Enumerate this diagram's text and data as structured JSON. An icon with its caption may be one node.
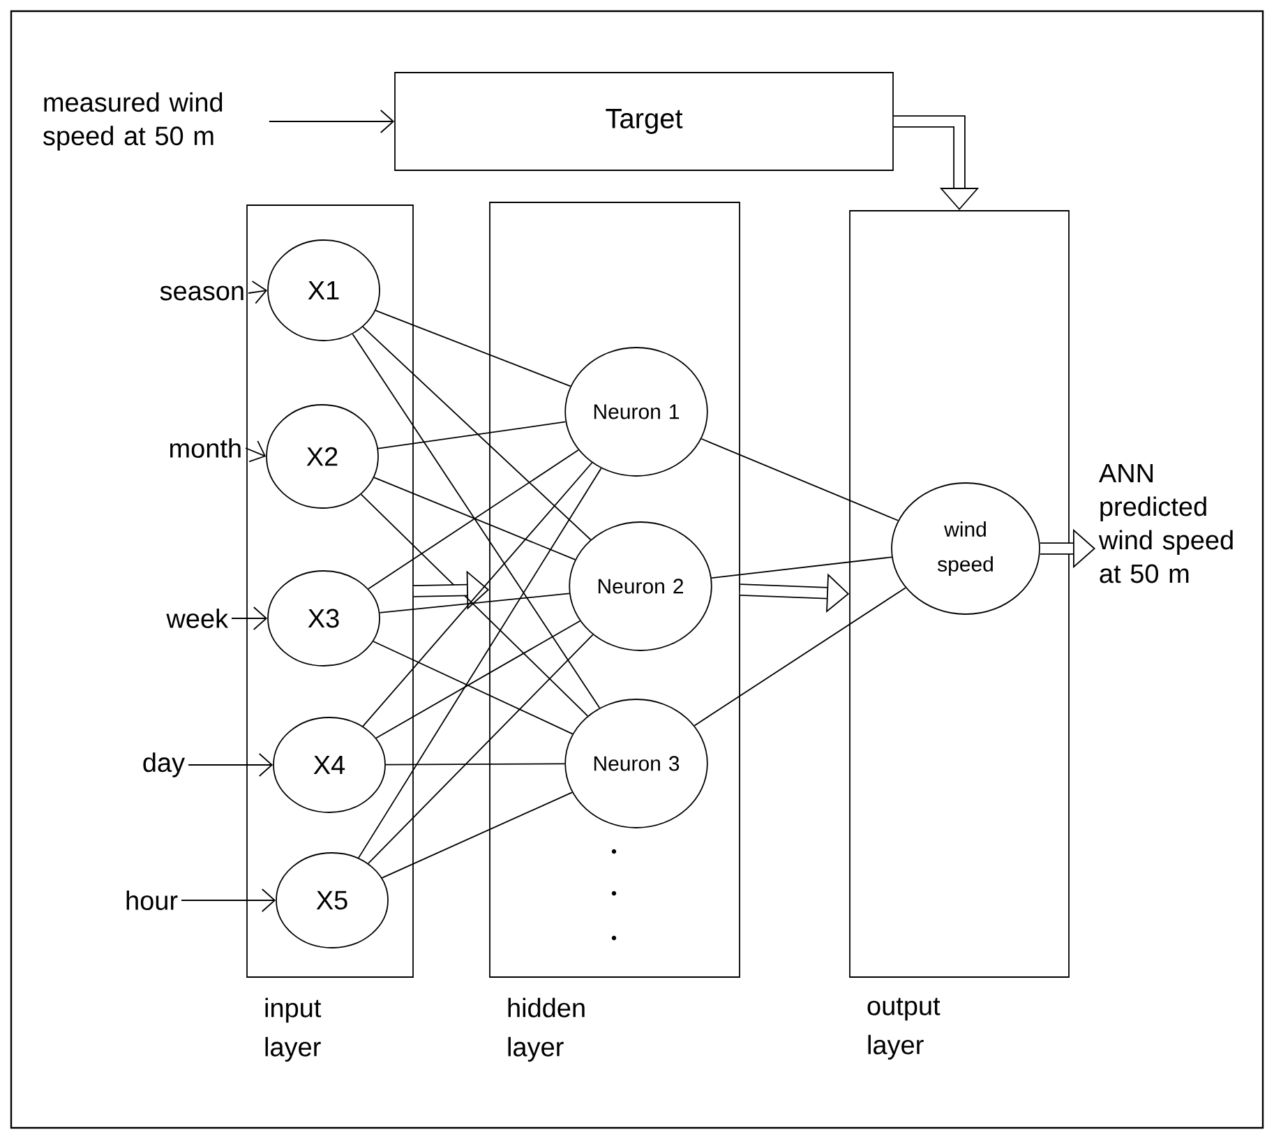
{
  "diagram": {
    "nodes": [
      {
        "text": [
          "measured wind speed at 50 m"
        ]
      },
      {
        "text": [
          "Target"
        ]
      },
      {
        "text": [
          "input layer"
        ]
      },
      {
        "text": [
          "hidden layer"
        ]
      },
      {
        "text": [
          "output layer"
        ]
      },
      {
        "text": [
          "X1"
        ],
        "in": 2
      },
      {
        "text": [
          "X2"
        ],
        "in": 2
      },
      {
        "text": [
          "X3"
        ],
        "in": 2
      },
      {
        "text": [
          "X4"
        ],
        "in": 2
      },
      {
        "text": [
          "X5"
        ],
        "in": 2
      },
      {
        "text": [
          "Neuron 1"
        ],
        "in": 3
      },
      {
        "text": [
          "Neuron 2"
        ],
        "in": 3
      },
      {
        "text": [
          "Neuron 3"
        ],
        "in": 3
      },
      {
        "text": [
          "wind speed"
        ],
        "in": 4
      },
      {
        "text": [
          "ANN predicted wind speed at 50 m"
        ]
      },
      {
        "text": [
          "season"
        ]
      },
      {
        "text": [
          "month"
        ]
      },
      {
        "text": [
          "week"
        ]
      },
      {
        "text": [
          "day"
        ]
      },
      {
        "text": [
          "hour"
        ]
      }
    ],
    "edges": [
      {
        "from": 0,
        "to": 1,
        "arrow": "to"
      },
      {
        "from": 1,
        "to": 4,
        "arrow": "to",
        "style": "thick"
      },
      {
        "from": 15,
        "to": 5,
        "arrow": "to"
      },
      {
        "from": 16,
        "to": 6,
        "arrow": "to"
      },
      {
        "from": 17,
        "to": 7,
        "arrow": "to"
      },
      {
        "from": 18,
        "to": 8,
        "arrow": "to"
      },
      {
        "from": 19,
        "to": 9,
        "arrow": "to"
      },
      {
        "from": 5,
        "to": 10,
        "arrow": "none"
      },
      {
        "from": 5,
        "to": 11,
        "arrow": "none"
      },
      {
        "from": 5,
        "to": 12,
        "arrow": "none"
      },
      {
        "from": 6,
        "to": 10,
        "arrow": "none"
      },
      {
        "from": 6,
        "to": 11,
        "arrow": "none"
      },
      {
        "from": 6,
        "to": 12,
        "arrow": "none"
      },
      {
        "from": 7,
        "to": 10,
        "arrow": "none"
      },
      {
        "from": 7,
        "to": 11,
        "arrow": "none"
      },
      {
        "from": 7,
        "to": 12,
        "arrow": "none"
      },
      {
        "from": 8,
        "to": 10,
        "arrow": "none"
      },
      {
        "from": 8,
        "to": 11,
        "arrow": "none"
      },
      {
        "from": 8,
        "to": 12,
        "arrow": "none"
      },
      {
        "from": 9,
        "to": 10,
        "arrow": "none"
      },
      {
        "from": 9,
        "to": 11,
        "arrow": "none"
      },
      {
        "from": 9,
        "to": 12,
        "arrow": "none"
      },
      {
        "from": 2,
        "to": 3,
        "arrow": "to",
        "style": "thick"
      },
      {
        "from": 3,
        "to": 4,
        "arrow": "to",
        "style": "thick"
      },
      {
        "from": 10,
        "to": 13,
        "arrow": "none"
      },
      {
        "from": 11,
        "to": 13,
        "arrow": "none"
      },
      {
        "from": 12,
        "to": 13,
        "arrow": "none"
      },
      {
        "from": 13,
        "to": 14,
        "arrow": "to",
        "style": "thick"
      }
    ]
  }
}
